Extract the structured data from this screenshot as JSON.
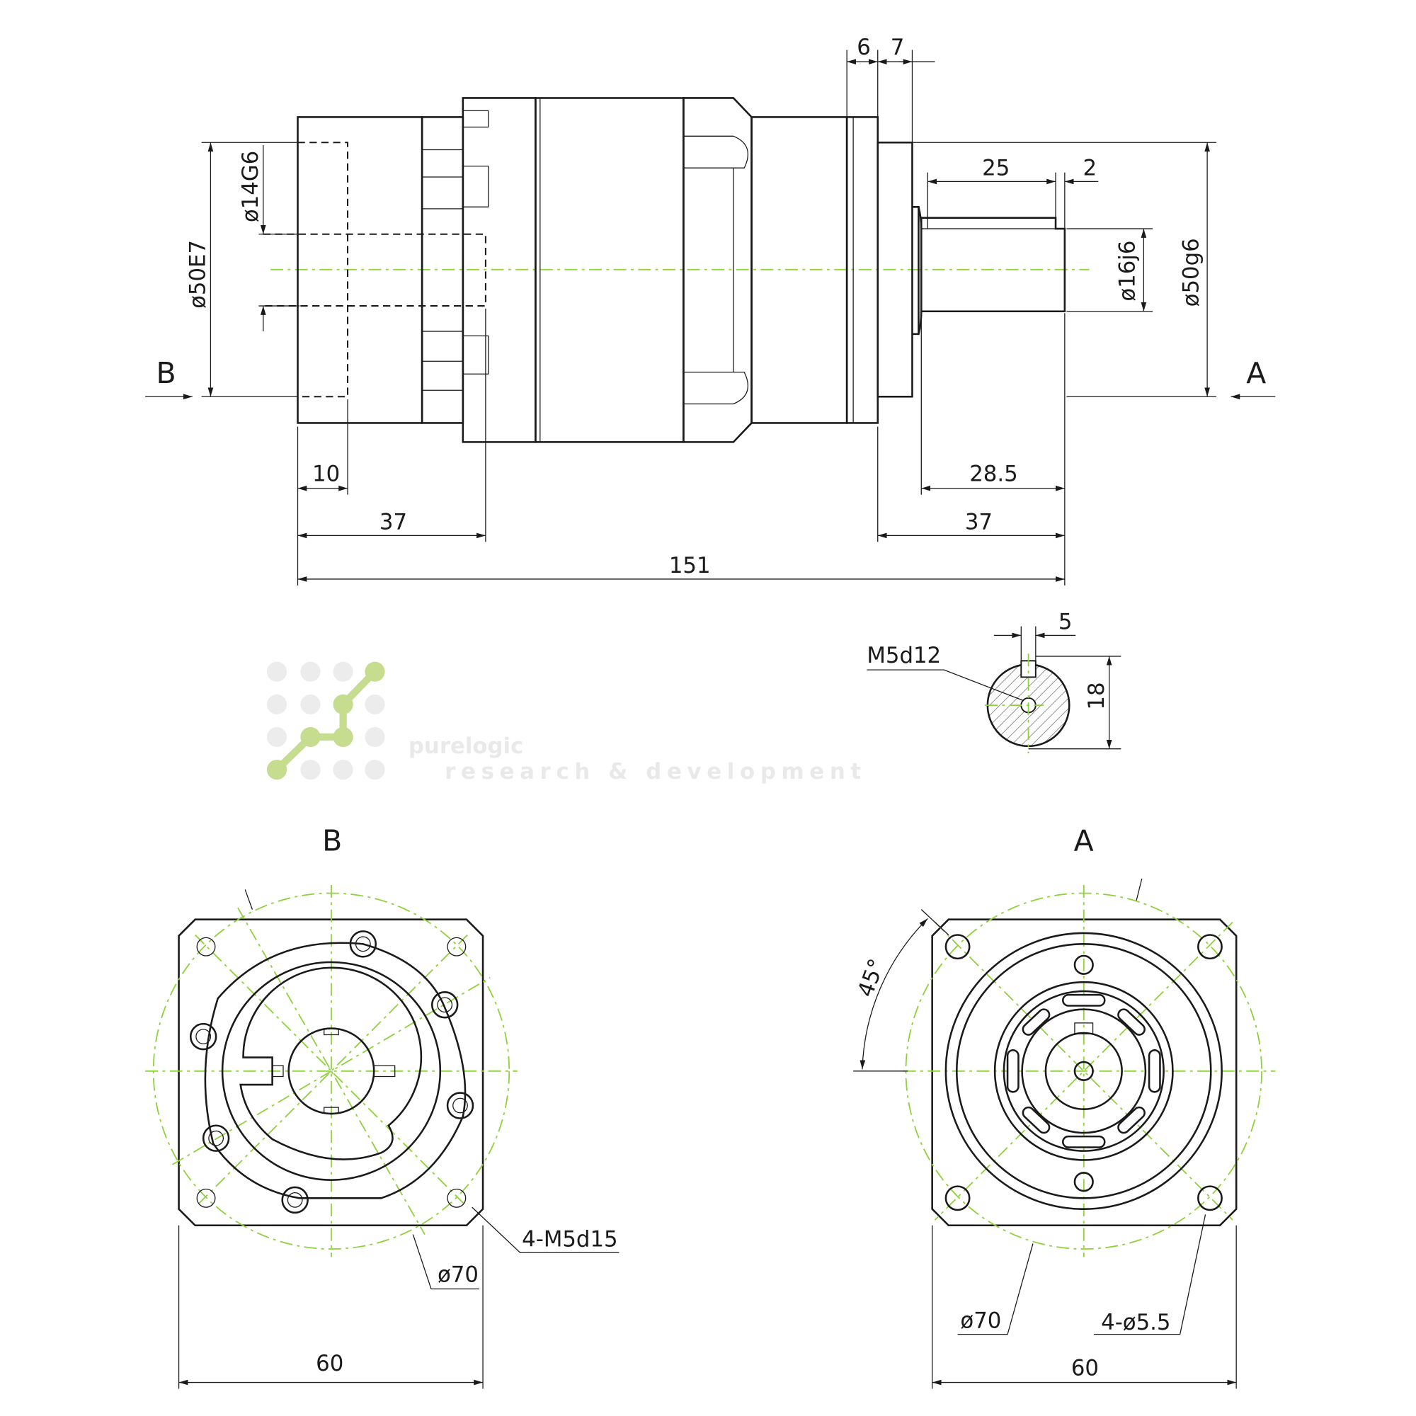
{
  "watermark": {
    "brand": "purelogic",
    "tagline": "research & development"
  },
  "side_view": {
    "dims": {
      "d6": "6",
      "d7": "7",
      "d25": "25",
      "d2": "2",
      "bore_in": "ø14G6",
      "pilot_in": "ø50E7",
      "shaft": "ø16j6",
      "pilot_out": "ø50g6",
      "d10": "10",
      "d37_left": "37",
      "d28_5": "28.5",
      "d37_right": "37",
      "total": "151"
    },
    "view_b_marker": "B",
    "view_a_marker": "A"
  },
  "shaft_section": {
    "thread": "M5d12",
    "key_width": "5",
    "height": "18"
  },
  "view_b": {
    "title": "B",
    "thread_holes": "4-M5d15",
    "bolt_circle": "ø70",
    "width": "60"
  },
  "view_a": {
    "title": "A",
    "angle": "45°",
    "bolt_circle": "ø70",
    "holes": "4-ø5.5",
    "width": "60"
  },
  "colors": {
    "centerline": "#8fd13a",
    "line": "#1a1a1a"
  }
}
